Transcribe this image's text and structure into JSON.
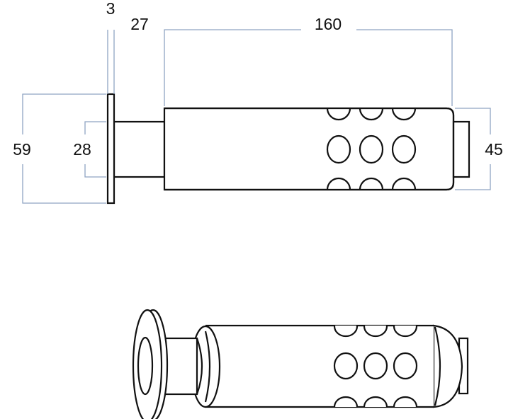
{
  "dimensions": {
    "flange_thickness": "3",
    "shaft_length": "27",
    "body_length": "160",
    "flange_diameter": "59",
    "shaft_diameter": "28",
    "body_diameter": "45"
  },
  "colors": {
    "dimension_line": "#8fa5c2",
    "outline": "#111111"
  }
}
